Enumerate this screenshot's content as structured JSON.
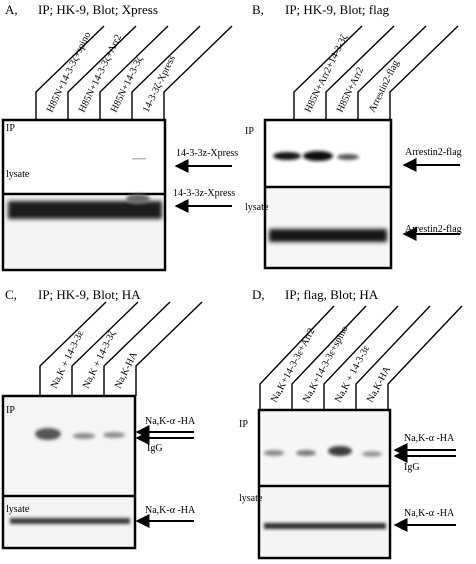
{
  "figure": {
    "panels": [
      {
        "letter": "A,",
        "title": "IP; HK-9, Blot; Xpress",
        "lanes": [
          "H85N+14-3-3ζ+spino",
          "H85N+14-3-3ζ+Arr2",
          "H85N+14-3-3ζ",
          "14-3-3ζ-Xpress"
        ],
        "ip_label": "IP",
        "lysate_label": "lysate",
        "ip_band_labels": [
          "14-3-3z-Xpress"
        ],
        "lysate_band_labels": [
          "14-3-3z-Xpress"
        ]
      },
      {
        "letter": "B,",
        "title": "IP; HK-9, Blot; flag",
        "lanes": [
          "H85N+Arr2+14-3-3ζ",
          "H85N+Arr2",
          "Arrestin2-flag"
        ],
        "ip_label": "IP",
        "lysate_label": "lysate",
        "ip_band_labels": [
          "Arrestin2-flag"
        ],
        "lysate_band_labels": [
          "Arrestin2-flag"
        ]
      },
      {
        "letter": "C,",
        "title": "IP; HK-9, Blot; HA",
        "lanes": [
          "Na,K + 14-3-3ε",
          "Na,K + 14-3-3ζ",
          "Na,K-HA"
        ],
        "ip_label": "IP",
        "lysate_label": "lysate",
        "ip_band_labels": [
          "Na,K-α -HA",
          "IgG"
        ],
        "lysate_band_labels": [
          "Na,K-α -HA"
        ]
      },
      {
        "letter": "D,",
        "title": "IP; flag, Blot; HA",
        "lanes": [
          "Na,K+14-3-3ε+Arr2",
          "Na,K+14-3-3ε+spino",
          "Na,K + 14-3-3ε",
          "Na,K-HA"
        ],
        "ip_label": "IP",
        "lysate_label": "lysate",
        "ip_band_labels": [
          "Na,K-α -HA",
          "IgG"
        ],
        "lysate_band_labels": [
          "Na,K-α -HA"
        ]
      }
    ]
  }
}
